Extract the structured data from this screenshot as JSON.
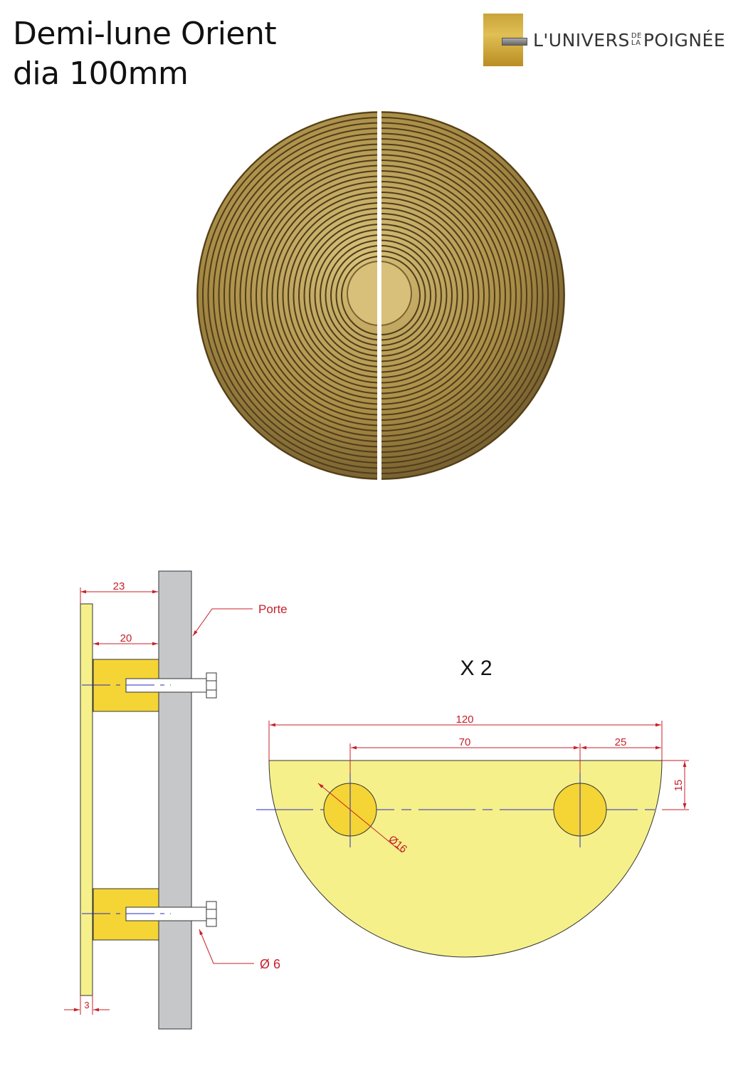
{
  "header": {
    "title_line1": "Demi-lune Orient",
    "title_line2": "dia 100mm"
  },
  "logo": {
    "part1": "L'UNIVERS",
    "small_top": "DE",
    "small_bottom": "LA",
    "part2": "POIGNÉE"
  },
  "side_view": {
    "dim_total": "23",
    "dim_block": "20",
    "door_label": "Porte",
    "screw_label": "Ø 6",
    "dim_plate": "3"
  },
  "front_view": {
    "quantity": "X 2",
    "dim_width": "120",
    "dim_holes": "70",
    "dim_edge": "25",
    "dim_height": "15",
    "dim_hole_dia": "Ø16"
  },
  "colors": {
    "plate": "#f5f08a",
    "block": "#f5d535",
    "door": "#c6c7c9",
    "dimension": "#c8202a",
    "axis": "#2a2ac0",
    "brass": "#b8994f"
  }
}
